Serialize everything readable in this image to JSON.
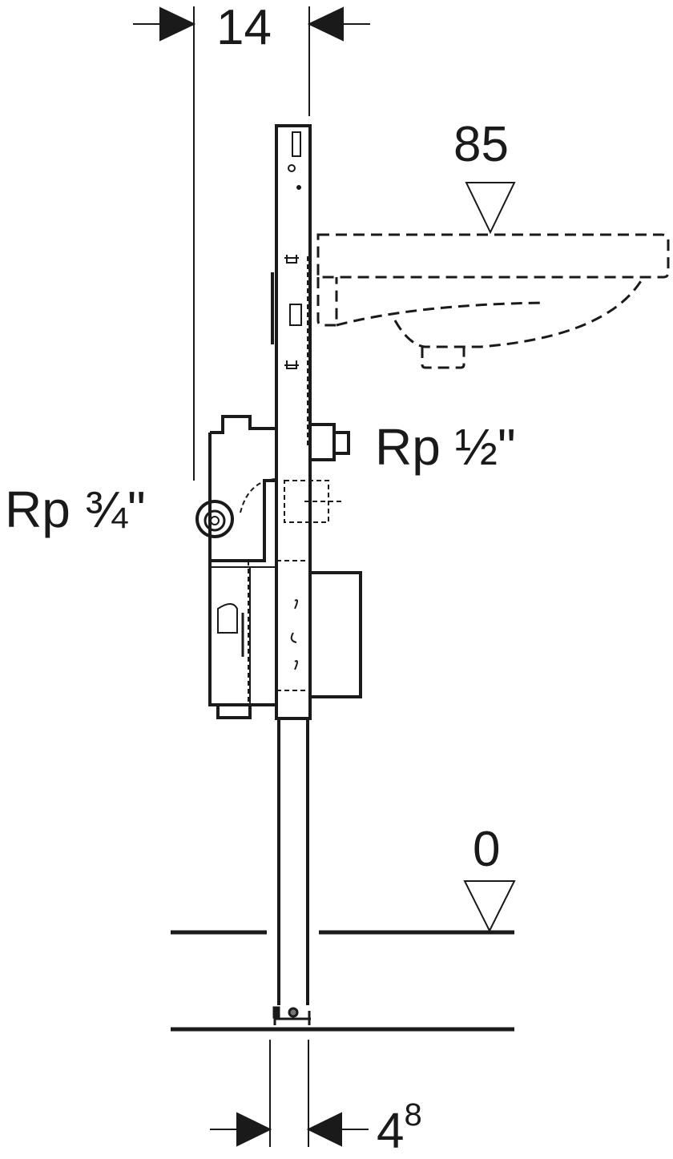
{
  "diagram": {
    "type": "technical installation drawing (side elevation)",
    "subject": "washbasin installation frame with concealed fitting, wall-hung basin (dashed)",
    "colors": {
      "line": "#1a1a1a",
      "background": "#ffffff"
    }
  },
  "dimensions": {
    "frame_depth_top": "14",
    "frame_depth_bottom_base": "4",
    "frame_depth_bottom_sup": "8"
  },
  "levels": {
    "basin_rim": "85",
    "finished_floor": "0"
  },
  "connections": {
    "water_supply": {
      "thread": "Rp",
      "size": "½\""
    },
    "waste_drain": {
      "thread": "Rp",
      "size": "¾\""
    }
  }
}
